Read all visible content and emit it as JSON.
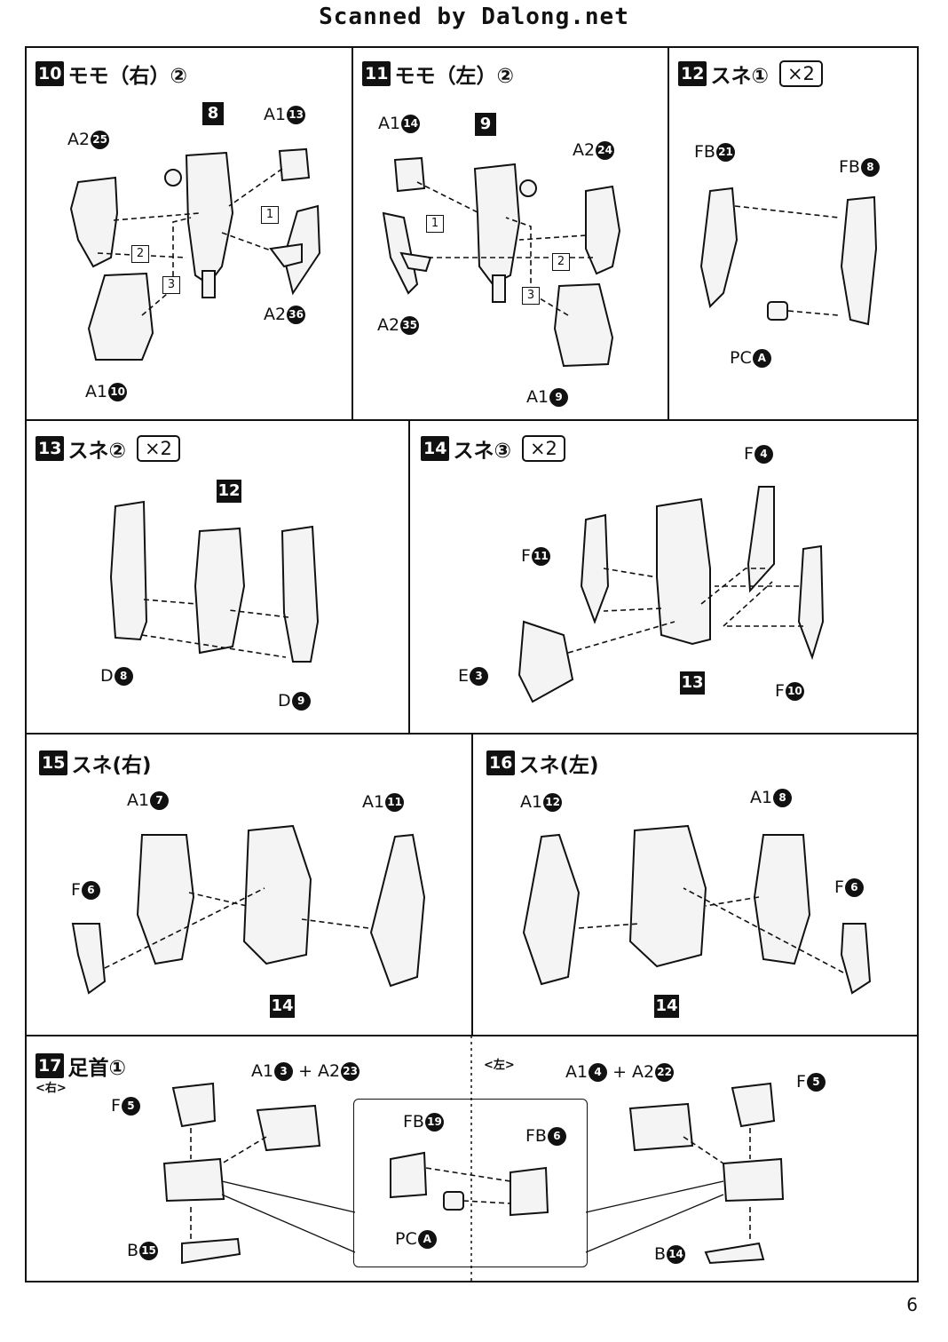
{
  "header": "Scanned by Dalong.net",
  "page_number": "6",
  "steps": {
    "s10": {
      "num": "10",
      "title": "モモ（右）②"
    },
    "s11": {
      "num": "11",
      "title": "モモ（左）②"
    },
    "s12": {
      "num": "12",
      "title": "スネ①",
      "mult": "×2"
    },
    "s13": {
      "num": "13",
      "title": "スネ②",
      "mult": "×2"
    },
    "s14": {
      "num": "14",
      "title": "スネ③",
      "mult": "×2"
    },
    "s15": {
      "num": "15",
      "title": "スネ(右)"
    },
    "s16": {
      "num": "16",
      "title": "スネ(左)"
    },
    "s17": {
      "num": "17",
      "title": "足首①",
      "right": "<右>",
      "left": "<左>"
    }
  },
  "parts": {
    "p10a": {
      "g": "A2",
      "n": "25"
    },
    "p10b": {
      "g": "A1",
      "n": "13"
    },
    "p10c": {
      "g": "A2",
      "n": "36"
    },
    "p10d": {
      "g": "A1",
      "n": "10"
    },
    "p10s": "8",
    "p11a": {
      "g": "A1",
      "n": "14"
    },
    "p11b": {
      "g": "A2",
      "n": "24"
    },
    "p11c": {
      "g": "A2",
      "n": "35"
    },
    "p11d": {
      "g": "A1",
      "n": "9"
    },
    "p11s": "9",
    "p12a": {
      "g": "FB",
      "n": "21"
    },
    "p12b": {
      "g": "FB",
      "n": "8"
    },
    "p12c": {
      "g": "PC",
      "n": "A"
    },
    "p13a": {
      "g": "D",
      "n": "8"
    },
    "p13b": {
      "g": "D",
      "n": "9"
    },
    "p13s": "12",
    "p14a": {
      "g": "F",
      "n": "4"
    },
    "p14b": {
      "g": "F",
      "n": "11"
    },
    "p14c": {
      "g": "E",
      "n": "3"
    },
    "p14d": {
      "g": "F",
      "n": "10"
    },
    "p14s": "13",
    "p15a": {
      "g": "A1",
      "n": "7"
    },
    "p15b": {
      "g": "A1",
      "n": "11"
    },
    "p15c": {
      "g": "F",
      "n": "6"
    },
    "p15s": "14",
    "p16a": {
      "g": "A1",
      "n": "12"
    },
    "p16b": {
      "g": "A1",
      "n": "8"
    },
    "p16c": {
      "g": "F",
      "n": "6"
    },
    "p16s": "14",
    "p17a": {
      "g": "F",
      "n": "5"
    },
    "p17b": {
      "g": "A1",
      "n": "3",
      "g2": "+ A2",
      "n2": "23"
    },
    "p17c": {
      "g": "B",
      "n": "15"
    },
    "p17d": {
      "g": "FB",
      "n": "19"
    },
    "p17e": {
      "g": "FB",
      "n": "6"
    },
    "p17f": {
      "g": "PC",
      "n": "A"
    },
    "p17g": {
      "g": "A1",
      "n": "4",
      "g2": "+ A2",
      "n2": "22"
    },
    "p17h": {
      "g": "F",
      "n": "5"
    },
    "p17i": {
      "g": "B",
      "n": "14"
    }
  },
  "substeps": [
    "1",
    "2",
    "3"
  ]
}
